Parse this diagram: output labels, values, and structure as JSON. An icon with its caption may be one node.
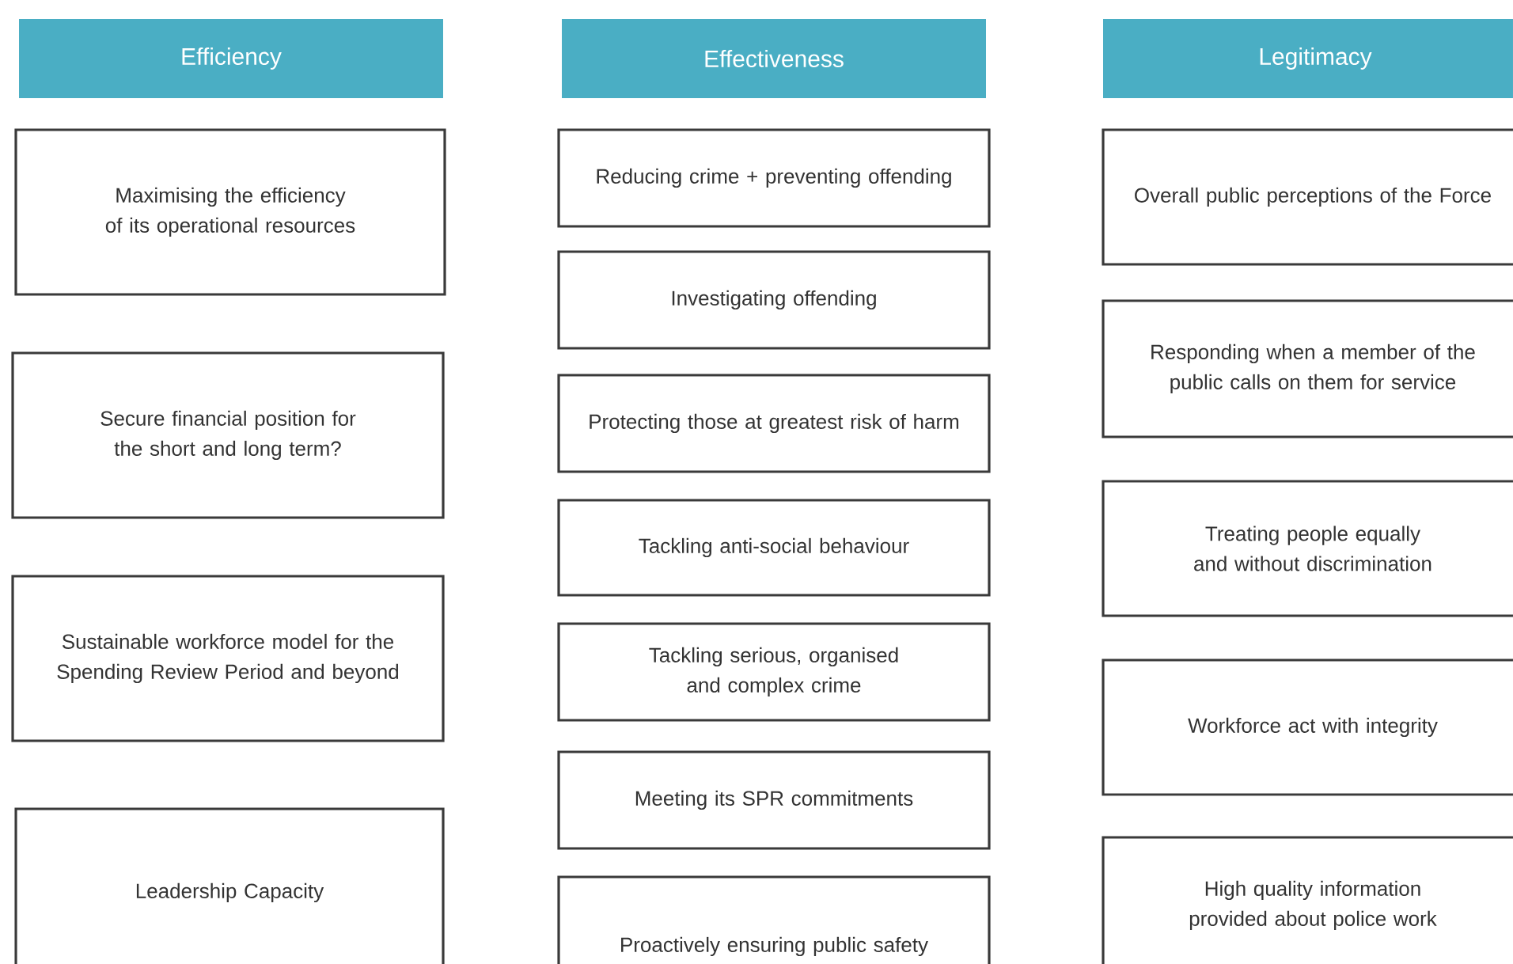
{
  "diagram": {
    "nodes": [
      {
        "text": [
          "Efficiency"
        ]
      },
      {
        "text": [
          "Effectiveness"
        ]
      },
      {
        "text": [
          "Legitimacy"
        ]
      },
      {
        "text": [
          "Maximising the efficiency of its operational resources"
        ]
      },
      {
        "text": [
          "Secure financial position for the short and long term?"
        ]
      },
      {
        "text": [
          "Sustainable workforce model for the Spending Review Period and beyond"
        ]
      },
      {
        "text": [
          "Leadership Capacity"
        ]
      },
      {
        "text": [
          "Reducing crime + preventing offending"
        ]
      },
      {
        "text": [
          "Investigating offending"
        ]
      },
      {
        "text": [
          "Protecting those at greatest risk of harm"
        ]
      },
      {
        "text": [
          "Tackling anti-social behaviour"
        ]
      },
      {
        "text": [
          "Tackling serious, organised and complex crime"
        ]
      },
      {
        "text": [
          "Meeting its SPR commitments"
        ]
      },
      {
        "text": [
          "Proactively ensuring public safety"
        ]
      },
      {
        "text": [
          "Overall public perceptions of the Force"
        ]
      },
      {
        "text": [
          "Responding when a member of the public calls on them for service"
        ]
      },
      {
        "text": [
          "Treating people equally and without discrimination"
        ]
      },
      {
        "text": [
          "Workforce act with integrity"
        ]
      },
      {
        "text": [
          "High quality information provided about police work"
        ]
      }
    ]
  }
}
